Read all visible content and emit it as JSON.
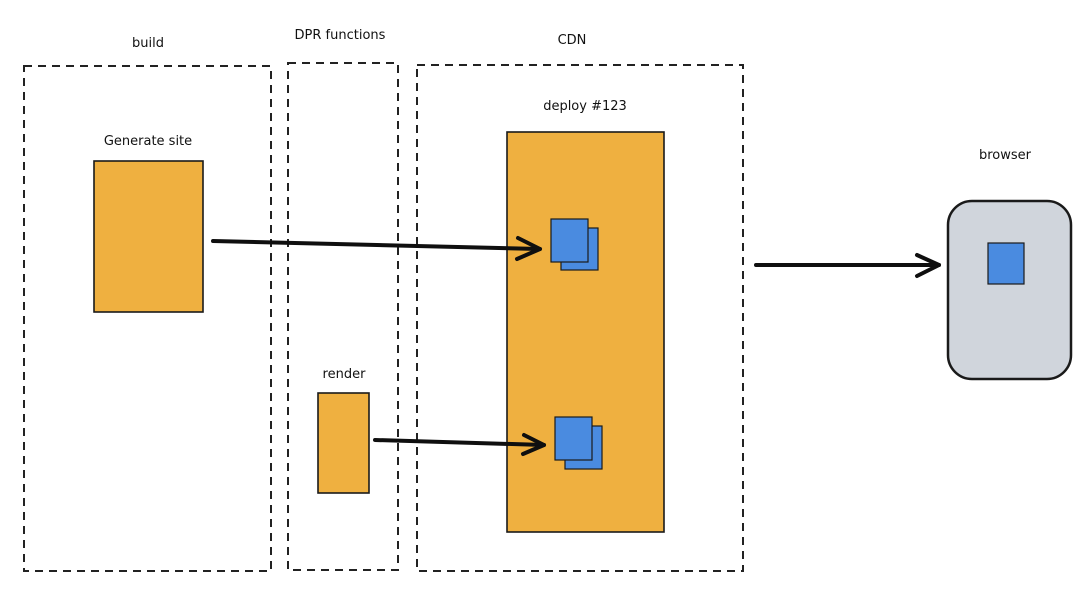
{
  "zones": {
    "build": {
      "label": "build"
    },
    "dpr_functions": {
      "label": "DPR functions"
    },
    "cdn": {
      "label": "CDN"
    },
    "browser": {
      "label": "browser"
    }
  },
  "nodes": {
    "generate_site": {
      "label": "Generate site"
    },
    "render": {
      "label": "render"
    },
    "deploy": {
      "label": "deploy #123"
    }
  },
  "colors": {
    "orange_fill": "#EFB040",
    "page_blue": "#4A8BE0",
    "browser_fill": "#D0D5DC",
    "stroke": "#1a1a1a"
  },
  "edges": [
    {
      "from": "Generate site",
      "to": "deploy #123 page 1"
    },
    {
      "from": "render",
      "to": "deploy #123 page 2"
    },
    {
      "from": "CDN",
      "to": "browser"
    }
  ]
}
